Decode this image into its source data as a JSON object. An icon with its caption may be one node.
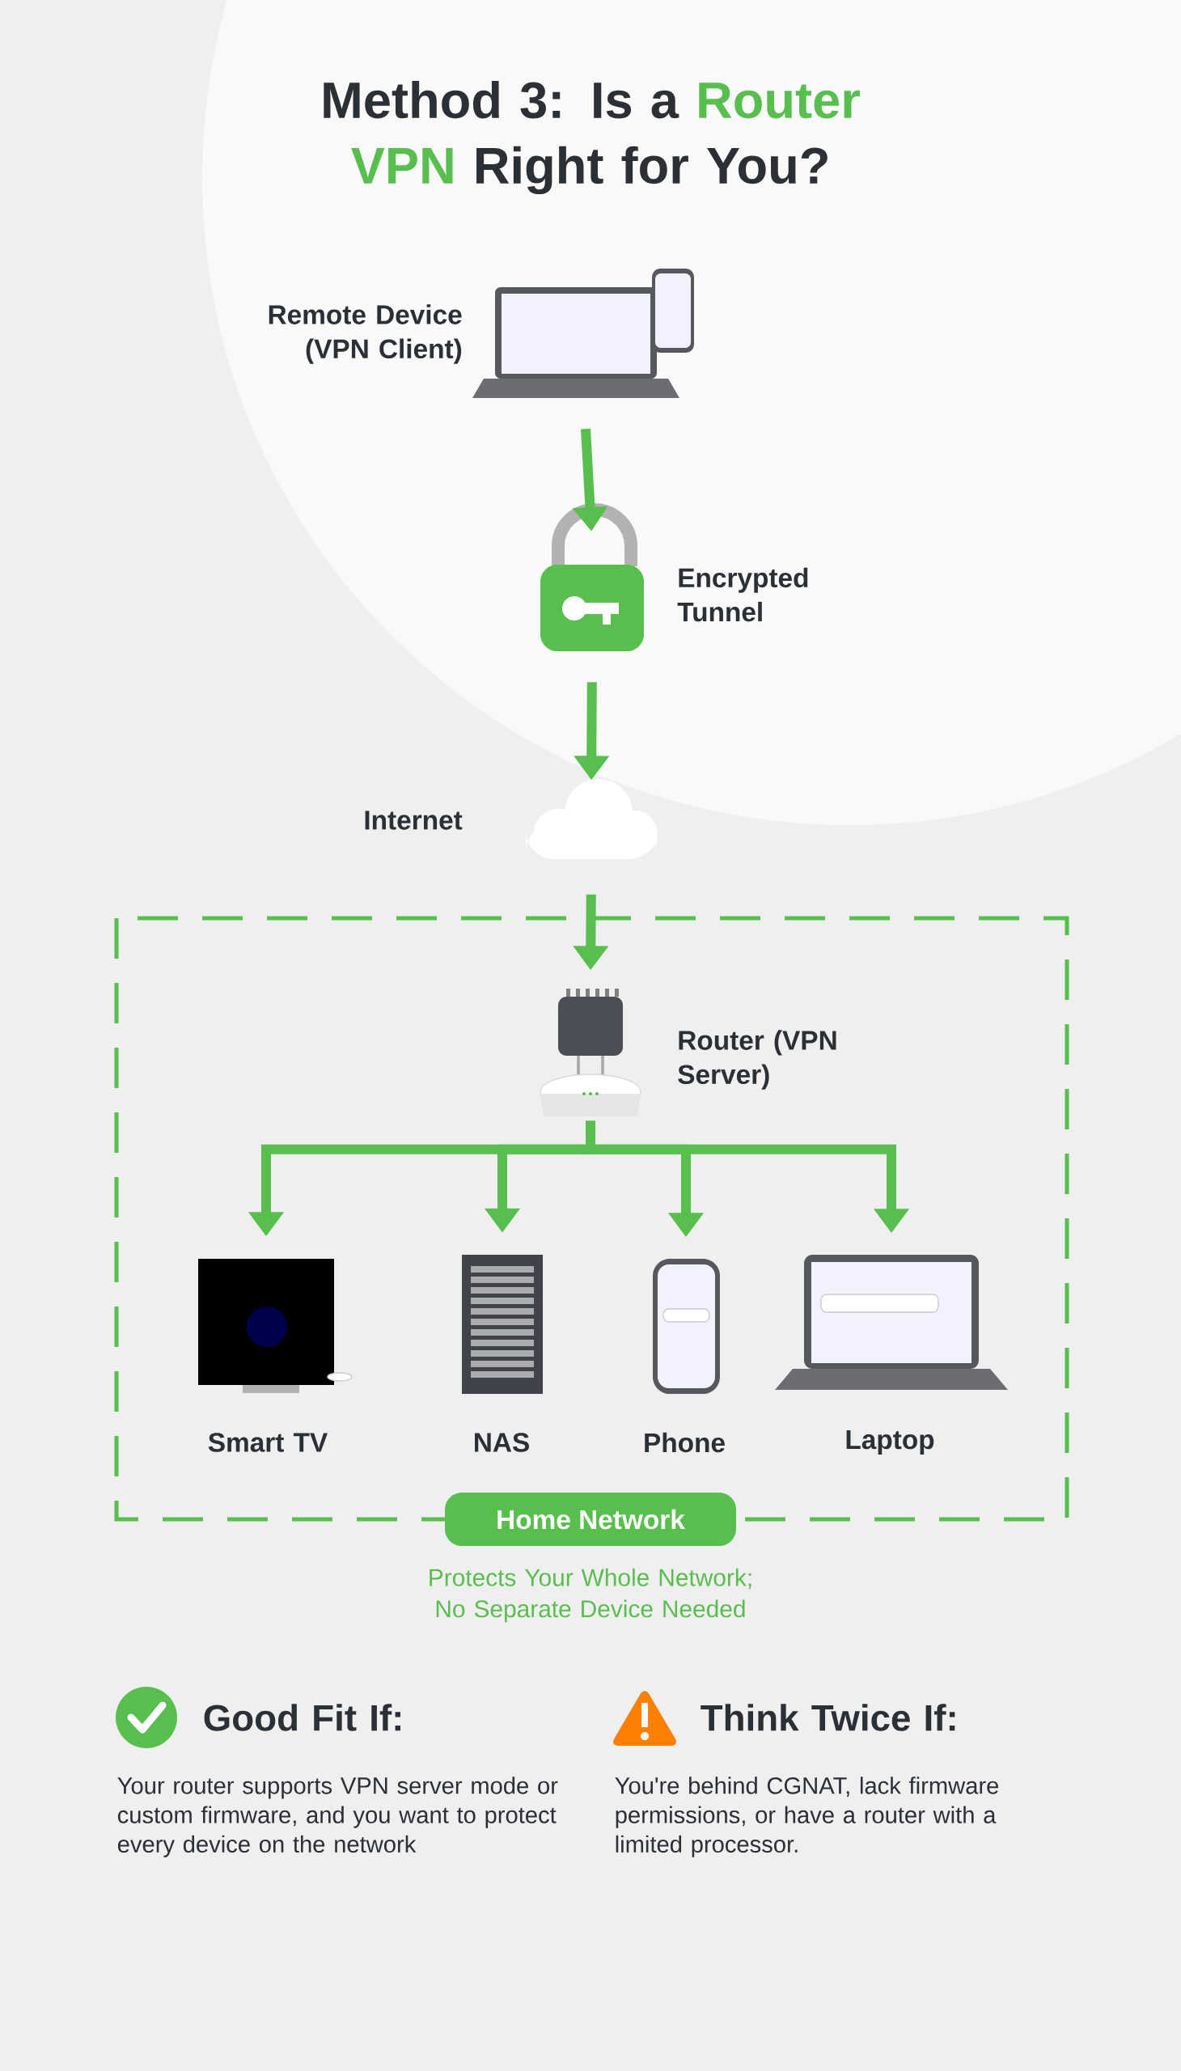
{
  "diagram": {
    "title": "Method 3: Is a **Router VPN** Right for You?",
    "nodes": [
      {
        "text": [
          "Remote Device (VPN Client)"
        ]
      },
      {
        "text": [
          "Encrypted Tunnel"
        ]
      },
      {
        "text": [
          "Internet"
        ]
      },
      {
        "text": [
          "Home Network"
        ],
        "beside": [
          "Protects Your Whole Network; No Separate Device Needed"
        ]
      },
      {
        "text": [
          "Router (VPN Server)"
        ],
        "in": 3
      },
      {
        "text": [
          "Smart TV"
        ],
        "in": 3
      },
      {
        "text": [
          "NAS"
        ],
        "in": 3
      },
      {
        "text": [
          "Phone"
        ],
        "in": 3
      },
      {
        "text": [
          "Laptop"
        ],
        "in": 3
      }
    ],
    "edges": [
      {
        "from": 0,
        "to": 1,
        "arrow": "to"
      },
      {
        "from": 1,
        "to": 2,
        "arrow": "to"
      },
      {
        "from": 2,
        "to": 4,
        "arrow": "to"
      },
      {
        "from": 4,
        "to": 5,
        "arrow": "to"
      },
      {
        "from": 4,
        "to": 6,
        "arrow": "to"
      },
      {
        "from": 4,
        "to": 7,
        "arrow": "to"
      },
      {
        "from": 4,
        "to": 8,
        "arrow": "to"
      }
    ],
    "labels": [
      "Good Fit If:",
      "Your router supports VPN server mode or custom firmware, and you want to protect every device on the network",
      "Think Twice If:",
      "You're behind CGNAT, lack firmware permissions, or have a router with a limited processor."
    ]
  }
}
